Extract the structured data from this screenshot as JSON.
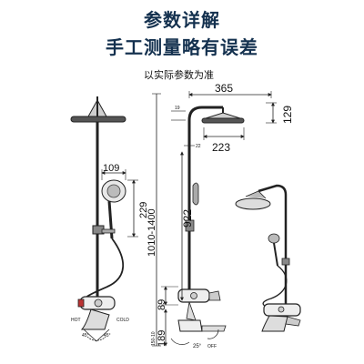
{
  "header": {
    "title": "参数详解",
    "subtitle": "手工测量略有误差",
    "note": "以实际参数为准"
  },
  "dimensions": {
    "width_total": "365",
    "head_height": "129",
    "head_diameter": "223",
    "pipe_offset": "19",
    "pipe_diameter": "22",
    "column_height_range": "1010-1400",
    "column_height": "922",
    "handset_width": "109",
    "handset_length": "229",
    "mixer_height": "89",
    "mixer_to_floor": "189",
    "mixer_spread": "150-10",
    "angle_left": "45°",
    "angle_right": "45°",
    "angle_outlet": "25°"
  },
  "labels": {
    "hot": "HOT",
    "cold": "COLD",
    "off": "OFF"
  }
}
